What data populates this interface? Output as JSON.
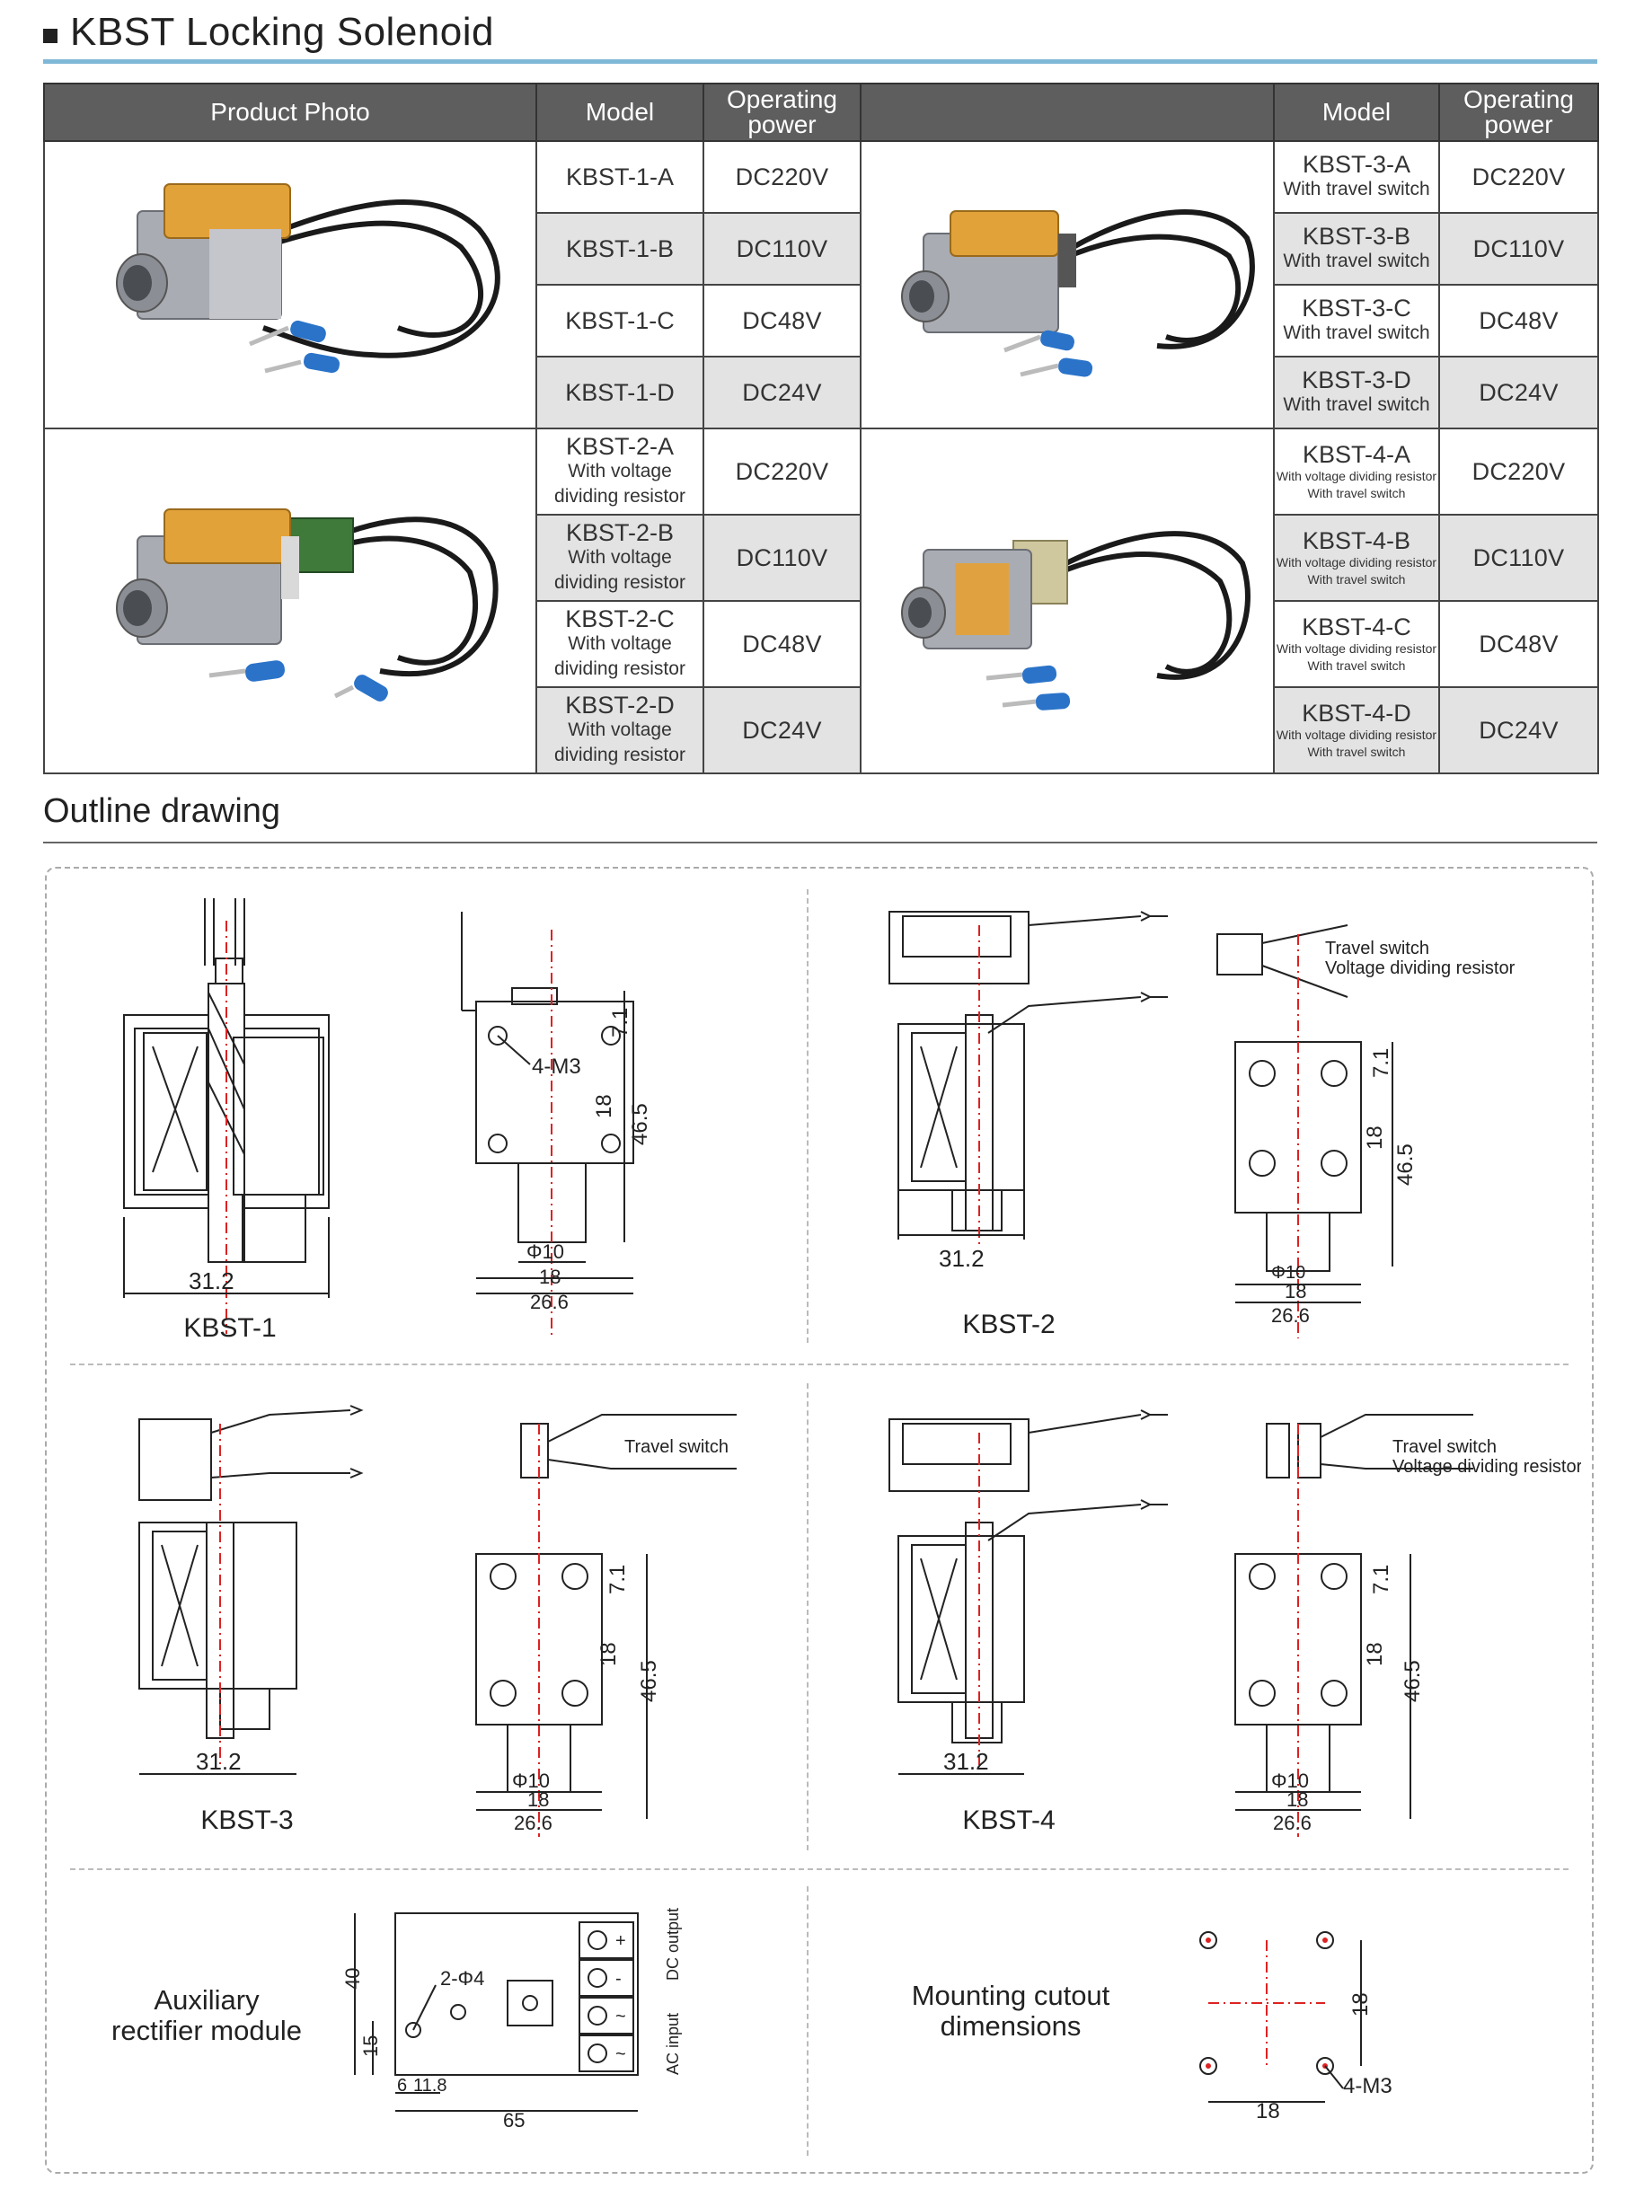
{
  "title": "KBST Locking Solenoid",
  "table": {
    "headers": {
      "photo": "Product Photo",
      "model": "Model",
      "power_line1": "Operating",
      "power_line2": "power"
    },
    "group1": [
      {
        "model": "KBST-1-A",
        "power": "DC220V"
      },
      {
        "model": "KBST-1-B",
        "power": "DC110V"
      },
      {
        "model": "KBST-1-C",
        "power": "DC48V"
      },
      {
        "model": "KBST-1-D",
        "power": "DC24V"
      }
    ],
    "group3": [
      {
        "model": "KBST-3-A",
        "sub": "With travel switch",
        "power": "DC220V"
      },
      {
        "model": "KBST-3-B",
        "sub": "With travel switch",
        "power": "DC110V"
      },
      {
        "model": "KBST-3-C",
        "sub": "With travel switch",
        "power": "DC48V"
      },
      {
        "model": "KBST-3-D",
        "sub": "With travel switch",
        "power": "DC24V"
      }
    ],
    "group2": [
      {
        "model": "KBST-2-A",
        "sub1": "With voltage",
        "sub2": "dividing resistor",
        "power": "DC220V"
      },
      {
        "model": "KBST-2-B",
        "sub1": "With voltage",
        "sub2": "dividing resistor",
        "power": "DC110V"
      },
      {
        "model": "KBST-2-C",
        "sub1": "With voltage",
        "sub2": "dividing resistor",
        "power": "DC48V"
      },
      {
        "model": "KBST-2-D",
        "sub1": "With voltage",
        "sub2": "dividing resistor",
        "power": "DC24V"
      }
    ],
    "group4": [
      {
        "model": "KBST-4-A",
        "sub1": "With voltage dividing resistor",
        "sub2": "With travel switch",
        "power": "DC220V"
      },
      {
        "model": "KBST-4-B",
        "sub1": "With voltage dividing resistor",
        "sub2": "With travel switch",
        "power": "DC110V"
      },
      {
        "model": "KBST-4-C",
        "sub1": "With voltage dividing resistor",
        "sub2": "With travel switch",
        "power": "DC48V"
      },
      {
        "model": "KBST-4-D",
        "sub1": "With voltage dividing resistor",
        "sub2": "With travel switch",
        "power": "DC24V"
      }
    ]
  },
  "outline": {
    "title": "Outline drawing",
    "labels": {
      "kbst1": "KBST-1",
      "kbst2": "KBST-2",
      "kbst3": "KBST-3",
      "kbst4": "KBST-4",
      "aux_line1": "Auxiliary",
      "aux_line2": "rectifier module",
      "mount_line1": "Mounting cutout",
      "mount_line2": "dimensions"
    },
    "dims": {
      "d312": "31.2",
      "d46_5": "46.5",
      "d18": "18",
      "d7_1": "7.1",
      "phi10": "Φ10",
      "d26_6": "26.6",
      "m3": "4-M3",
      "travel_switch": "Travel switch",
      "vdr": "Voltage dividing resistor",
      "d40": "40",
      "d15": "15",
      "phi4": "2-Φ4",
      "d6": "6",
      "d11_8": "11.8",
      "d65": "65",
      "ac_input": "AC input",
      "dc_output": "DC output",
      "plus": "+",
      "minus": "-",
      "tilde": "~"
    }
  }
}
